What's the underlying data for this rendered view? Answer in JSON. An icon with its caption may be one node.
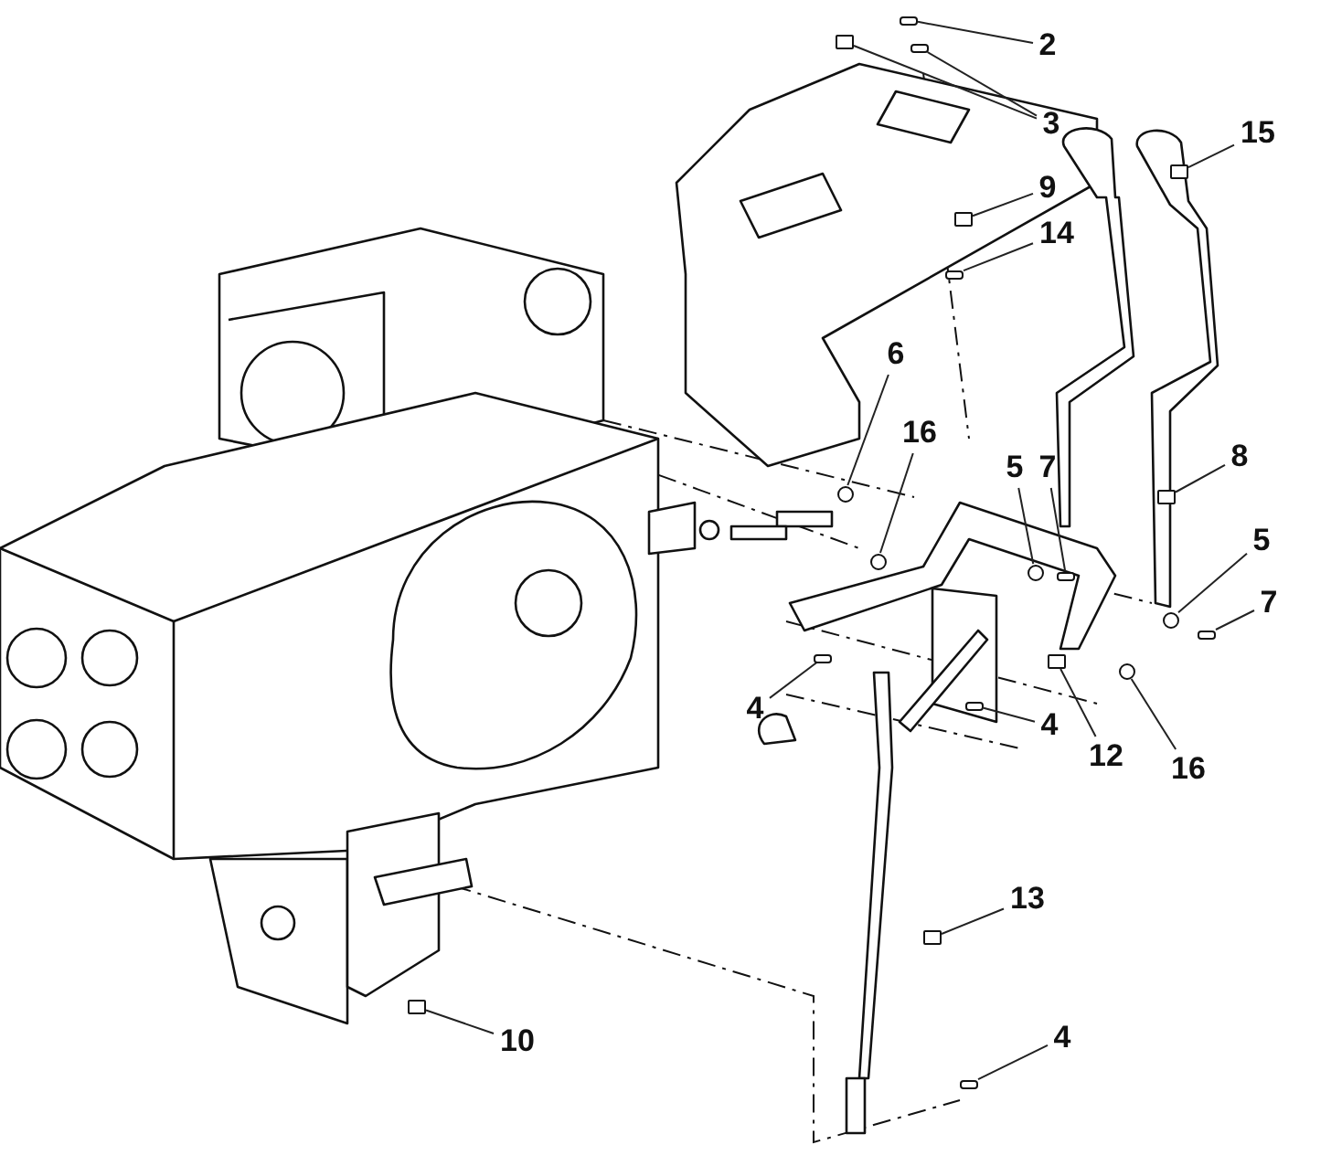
{
  "diagram": {
    "nodes": [
      {
        "text": [
          "2"
        ]
      },
      {
        "text": [
          "3"
        ]
      },
      {
        "text": [
          "15"
        ]
      },
      {
        "text": [
          "9"
        ]
      },
      {
        "text": [
          "14"
        ]
      },
      {
        "text": [
          "6"
        ]
      },
      {
        "text": [
          "16"
        ]
      },
      {
        "text": [
          "5"
        ]
      },
      {
        "text": [
          "7"
        ]
      },
      {
        "text": [
          "8"
        ]
      },
      {
        "text": [
          "5"
        ]
      },
      {
        "text": [
          "7"
        ]
      },
      {
        "text": [
          "4"
        ]
      },
      {
        "text": [
          "4"
        ]
      },
      {
        "text": [
          "12"
        ]
      },
      {
        "text": [
          "16"
        ]
      },
      {
        "text": [
          "13"
        ]
      },
      {
        "text": [
          "10"
        ]
      },
      {
        "text": [
          "4"
        ]
      },
      {
        "text": [],
        "shape": "bar"
      },
      {
        "text": [],
        "shape": "bar"
      },
      {
        "text": [],
        "shape": "box"
      },
      {
        "text": [],
        "shape": "box"
      },
      {
        "text": [],
        "shape": "box"
      },
      {
        "text": [],
        "shape": "bar"
      },
      {
        "text": [],
        "shape": "circle"
      },
      {
        "text": [],
        "shape": "circle"
      },
      {
        "text": [],
        "shape": "circle"
      },
      {
        "text": [],
        "shape": "bar"
      },
      {
        "text": [],
        "shape": "box"
      },
      {
        "text": [],
        "shape": "circle"
      },
      {
        "text": [],
        "shape": "bar"
      },
      {
        "text": [],
        "shape": "bar"
      },
      {
        "text": [],
        "shape": "bar"
      },
      {
        "text": [],
        "shape": "box"
      },
      {
        "text": [],
        "shape": "circle"
      },
      {
        "text": [],
        "shape": "box"
      },
      {
        "text": [],
        "shape": "box"
      },
      {
        "text": [],
        "shape": "bar"
      }
    ],
    "edges": [
      {
        "from": 0,
        "to": 19,
        "arrow": "none"
      },
      {
        "from": 1,
        "to": 20,
        "arrow": "none"
      },
      {
        "from": 1,
        "to": 21,
        "arrow": "none"
      },
      {
        "from": 2,
        "to": 22,
        "arrow": "none"
      },
      {
        "from": 3,
        "to": 23,
        "arrow": "none"
      },
      {
        "from": 4,
        "to": 24,
        "arrow": "none"
      },
      {
        "from": 5,
        "to": 25,
        "arrow": "none"
      },
      {
        "from": 6,
        "to": 26,
        "arrow": "none"
      },
      {
        "from": 7,
        "to": 27,
        "arrow": "none"
      },
      {
        "from": 8,
        "to": 28,
        "arrow": "none"
      },
      {
        "from": 9,
        "to": 29,
        "arrow": "none"
      },
      {
        "from": 10,
        "to": 30,
        "arrow": "none"
      },
      {
        "from": 11,
        "to": 31,
        "arrow": "none"
      },
      {
        "from": 12,
        "to": 32,
        "arrow": "none"
      },
      {
        "from": 13,
        "to": 33,
        "arrow": "none"
      },
      {
        "from": 14,
        "to": 34,
        "arrow": "none"
      },
      {
        "from": 15,
        "to": 35,
        "arrow": "none"
      },
      {
        "from": 16,
        "to": 36,
        "arrow": "none"
      },
      {
        "from": 17,
        "to": 37,
        "arrow": "none"
      },
      {
        "from": 18,
        "to": 38,
        "arrow": "none"
      }
    ]
  }
}
